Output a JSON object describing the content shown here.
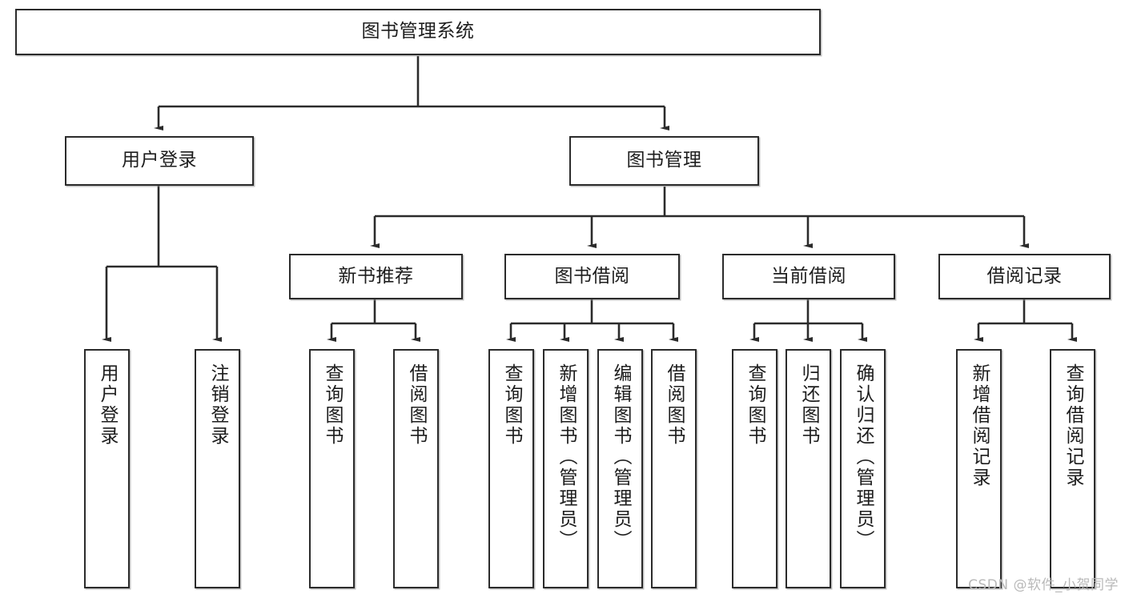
{
  "diagram": {
    "title": "图书管理系统",
    "style": {
      "line_color": "#2b2b2b",
      "box_fill": "#ffffff",
      "text_color": "#1d1d1d",
      "watermark_color": "#b9b9b9"
    },
    "root": {
      "label": "图书管理系统"
    },
    "level2": [
      {
        "label": "用户登录"
      },
      {
        "label": "图书管理"
      }
    ],
    "level3": [
      {
        "label": "新书推荐"
      },
      {
        "label": "图书借阅"
      },
      {
        "label": "当前借阅"
      },
      {
        "label": "借阅记录"
      }
    ],
    "leaves": {
      "user_login": [
        {
          "label": "用户登录"
        },
        {
          "label": "注销登录"
        }
      ],
      "new_book": [
        {
          "label": "查询图书"
        },
        {
          "label": "借阅图书"
        }
      ],
      "book_borrow": [
        {
          "label": "查询图书"
        },
        {
          "label": "新增图书（管理员）"
        },
        {
          "label": "编辑图书（管理员）"
        },
        {
          "label": "借阅图书"
        }
      ],
      "current_borrow": [
        {
          "label": "查询图书"
        },
        {
          "label": "归还图书"
        },
        {
          "label": "确认归还（管理员）"
        }
      ],
      "borrow_record": [
        {
          "label": "新增借阅记录"
        },
        {
          "label": "查询借阅记录"
        }
      ]
    }
  },
  "watermark": {
    "text": "CSDN @软件_小贺同学"
  }
}
